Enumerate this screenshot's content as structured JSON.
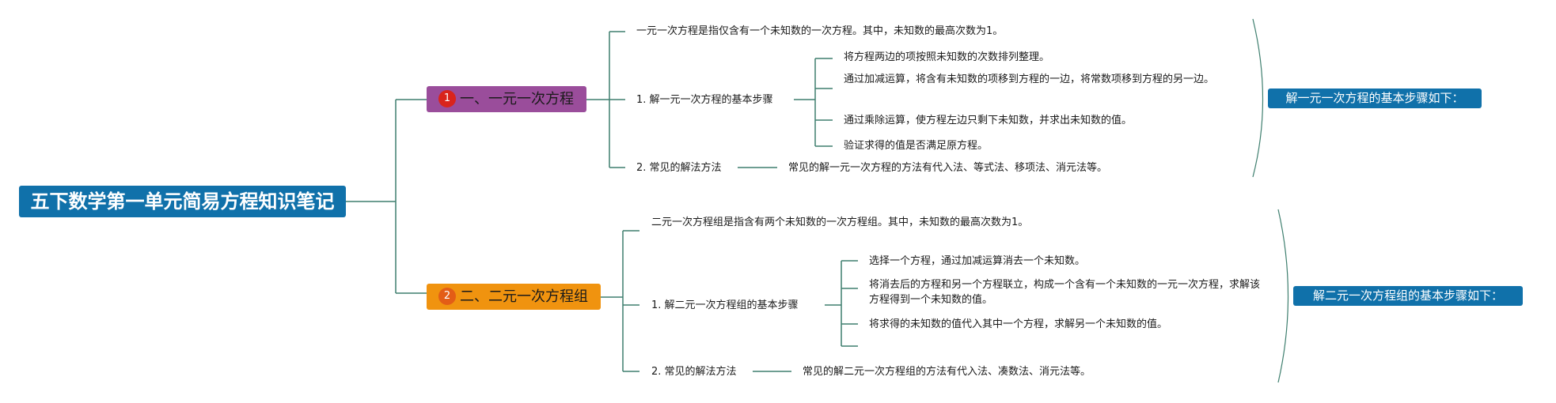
{
  "root": {
    "title": "五下数学第一单元简易方程知识笔记"
  },
  "sections": [
    {
      "number": "1",
      "title": "一、一元一次方程",
      "color": "#9a4d9b",
      "badge_color": "#d9241c",
      "definition": "一元一次方程是指仅含有一个未知数的一次方程。其中，未知数的最高次数为1。",
      "steps_label": "1. 解一元一次方程的基本步骤",
      "steps": [
        "将方程两边的项按照未知数的次数排列整理。",
        "通过加减运算，将含有未知数的项移到方程的一边，将常数项移到方程的另一边。",
        "通过乘除运算，使方程左边只剩下未知数，并求出未知数的值。",
        "验证求得的值是否满足原方程。"
      ],
      "methods_label": "2. 常见的解法方法",
      "methods_text": "常见的解一元一次方程的方法有代入法、等式法、移项法、消元法等。",
      "summary": "解一元一次方程的基本步骤如下："
    },
    {
      "number": "2",
      "title": "二、二元一次方程组",
      "color": "#f0930f",
      "badge_color": "#e35d16",
      "definition": "二元一次方程组是指含有两个未知数的一次方程组。其中，未知数的最高次数为1。",
      "steps_label": "1. 解二元一次方程组的基本步骤",
      "steps": [
        "选择一个方程，通过加减运算消去一个未知数。",
        "将消去后的方程和另一个方程联立，构成一个含有一个未知数的一元一次方程，求解该方程得到一个未知数的值。",
        "将求得的未知数的值代入其中一个方程，求解另一个未知数的值。"
      ],
      "methods_label": "2. 常见的解法方法",
      "methods_text": "常见的解二元一次方程组的方法有代入法、凑数法、消元法等。",
      "summary": "解二元一次方程组的基本步骤如下："
    }
  ],
  "colors": {
    "line": "#3f7f6f",
    "root_bg": "#1071aa",
    "bracket": "#3f7f6f"
  }
}
